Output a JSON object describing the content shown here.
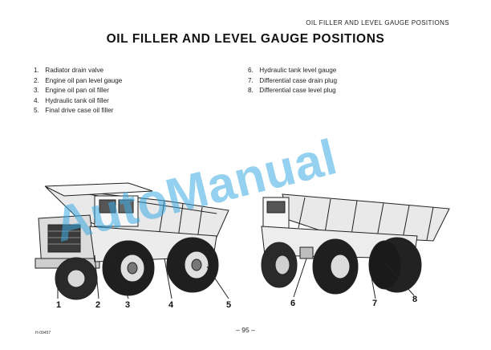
{
  "header": {
    "running_title": "OIL FILLER AND LEVEL GAUGE POSITIONS"
  },
  "title": "OIL FILLER AND LEVEL GAUGE POSITIONS",
  "legend": {
    "left": [
      {
        "num": "1.",
        "label": "Radiator drain valve"
      },
      {
        "num": "2.",
        "label": "Engine oil pan level gauge"
      },
      {
        "num": "3.",
        "label": "Engine oil pan oil filler"
      },
      {
        "num": "4.",
        "label": "Hydraulic tank oil filler"
      },
      {
        "num": "5.",
        "label": "Final drive case oil filler"
      }
    ],
    "right": [
      {
        "num": "6.",
        "label": "Hydraulic tank level gauge"
      },
      {
        "num": "7.",
        "label": "Differential case drain plug"
      },
      {
        "num": "8.",
        "label": "Differential case level plug"
      }
    ]
  },
  "callouts": [
    "1",
    "2",
    "3",
    "4",
    "5",
    "6",
    "7",
    "8"
  ],
  "watermark": "AutoManual",
  "footer": {
    "page_number": "– 95 –",
    "figure_code": "H-09457"
  },
  "colors": {
    "watermark": "#3caae1",
    "ink": "#1a1a1a"
  }
}
